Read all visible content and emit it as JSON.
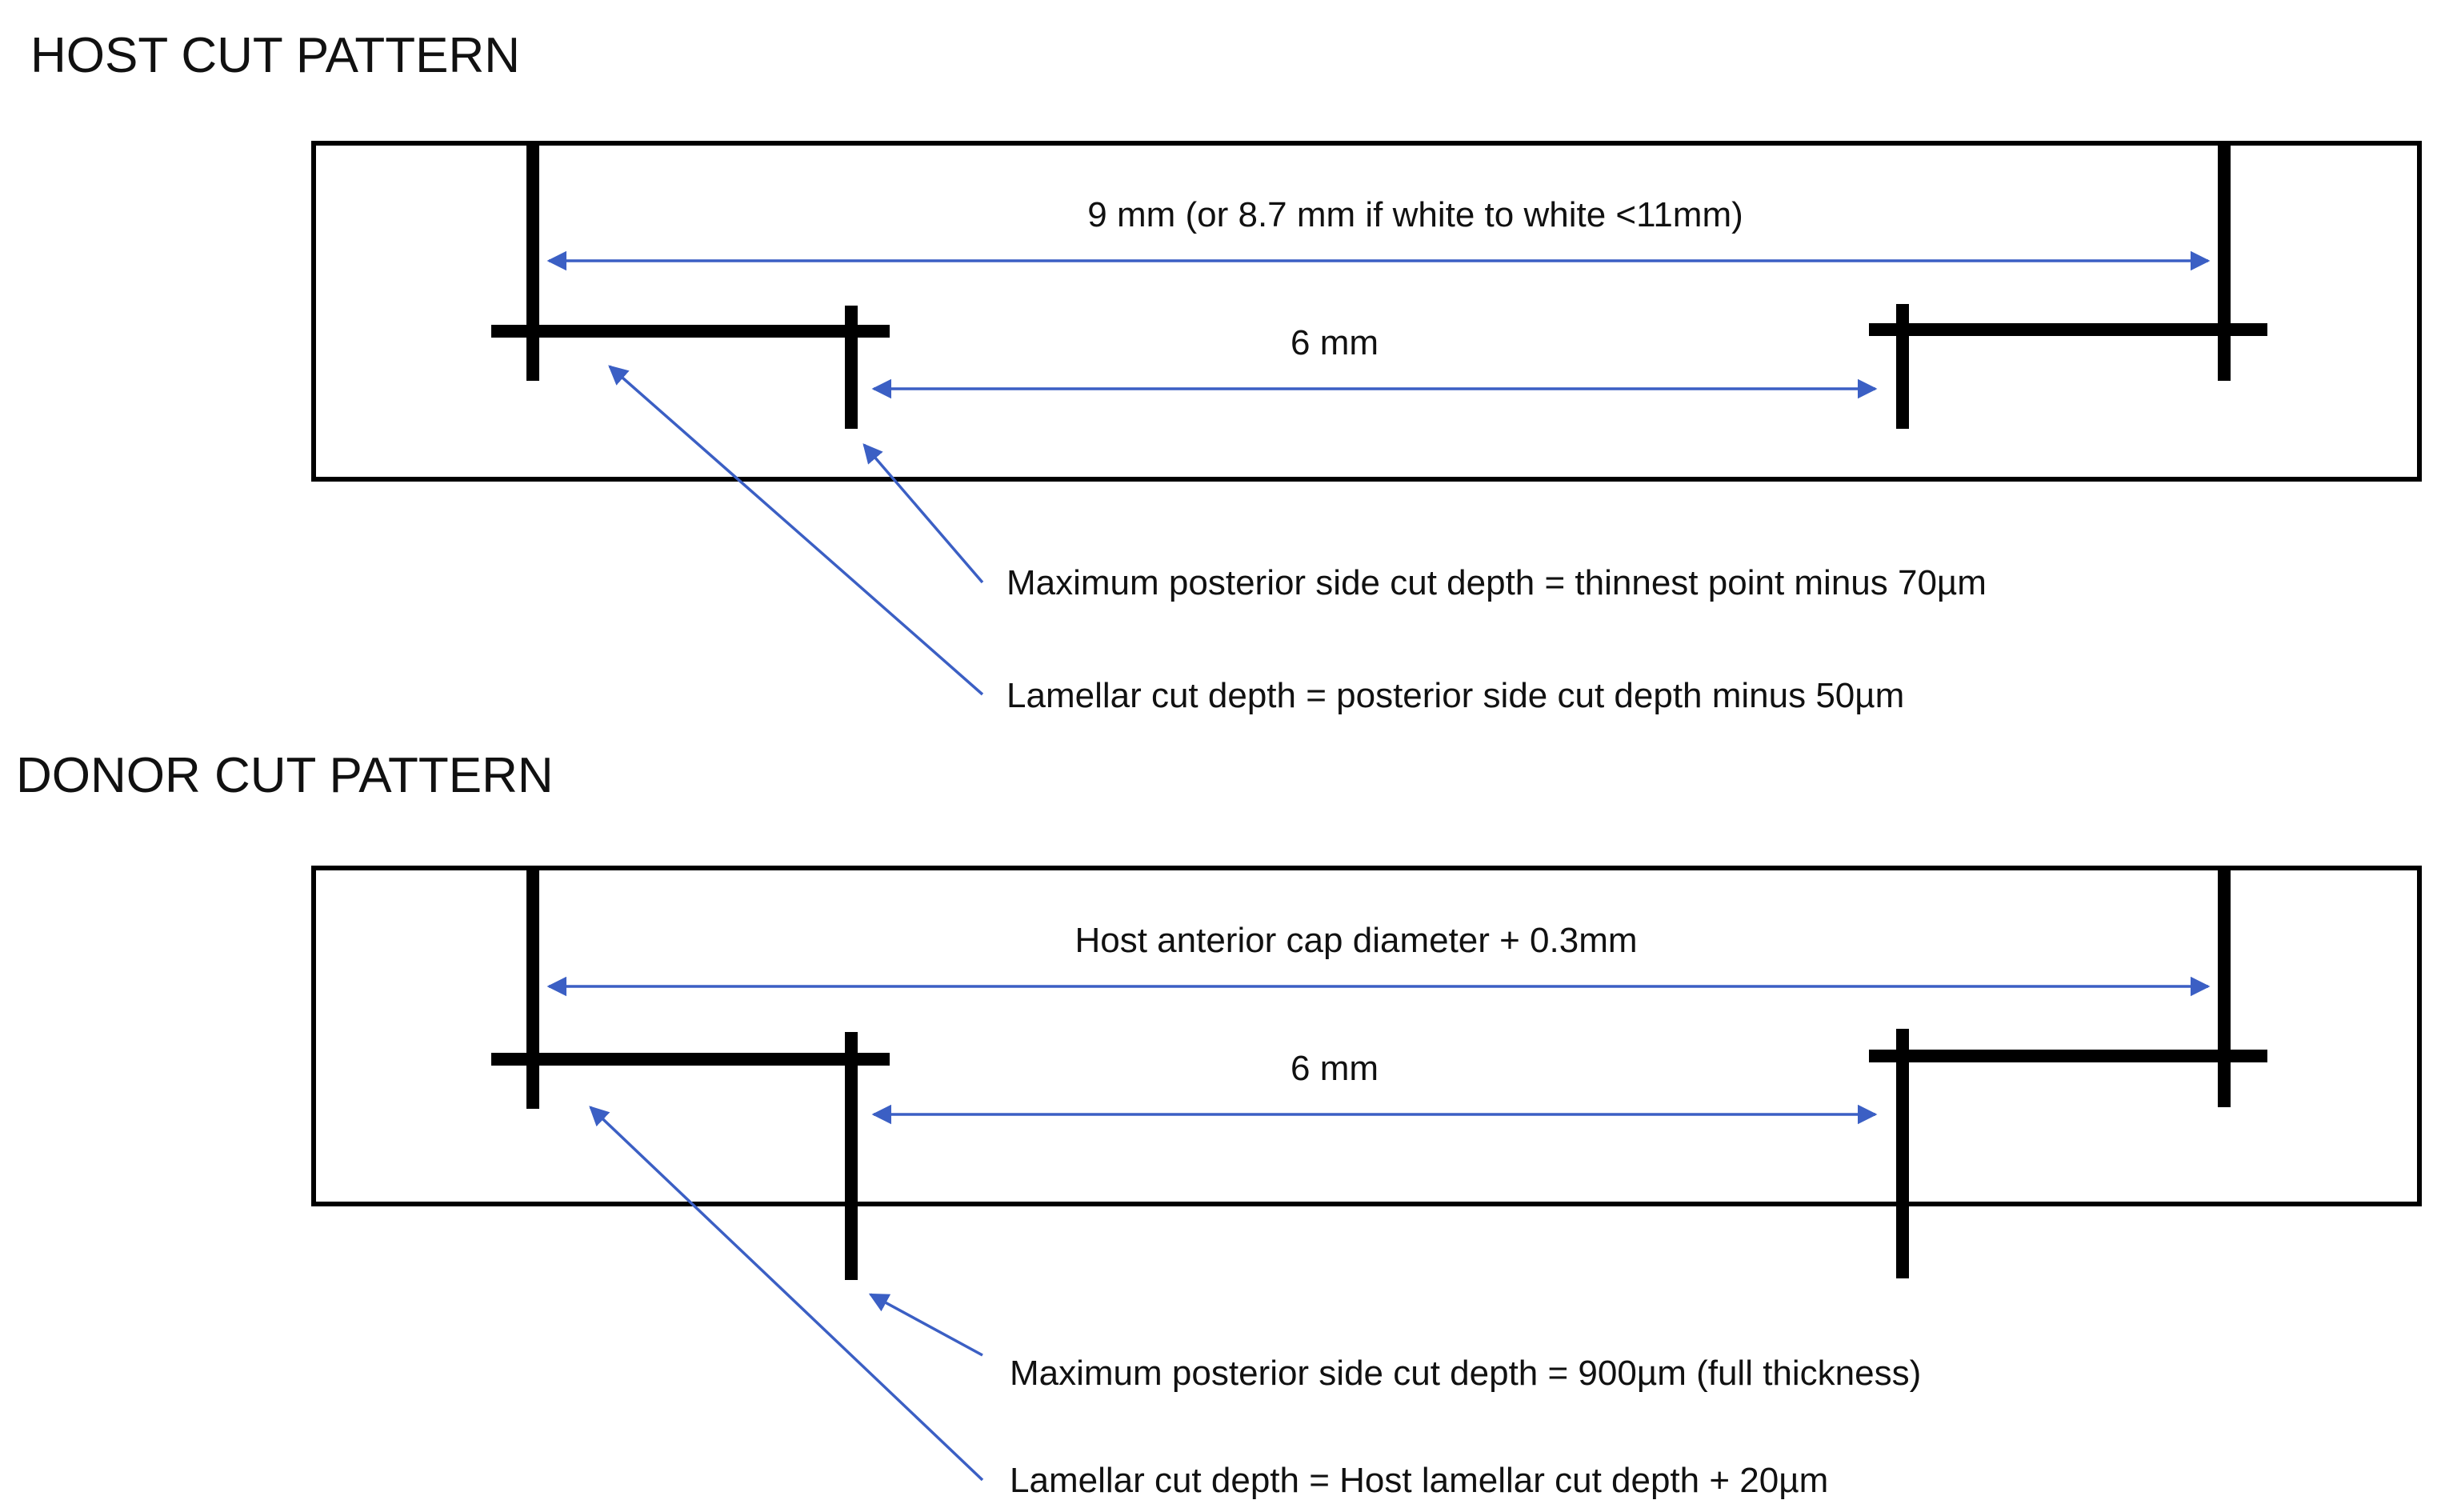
{
  "host": {
    "title": "HOST CUT PATTERN",
    "outer_dimension": "9 mm (or 8.7 mm if white to white <11mm)",
    "inner_dimension": "6 mm",
    "note_posterior": "Maximum posterior side cut depth = thinnest point minus 70µm",
    "note_lamellar": "Lamellar cut depth = posterior side cut depth minus 50µm"
  },
  "donor": {
    "title": "DONOR CUT PATTERN",
    "outer_dimension": "Host anterior cap diameter + 0.3mm",
    "inner_dimension": "6 mm",
    "note_posterior": "Maximum posterior side cut depth = 900µm (full thickness)",
    "note_lamellar": "Lamellar cut depth = Host lamellar cut depth + 20µm"
  },
  "colors": {
    "arrow": "#3b5fc4",
    "cut": "#000000"
  }
}
